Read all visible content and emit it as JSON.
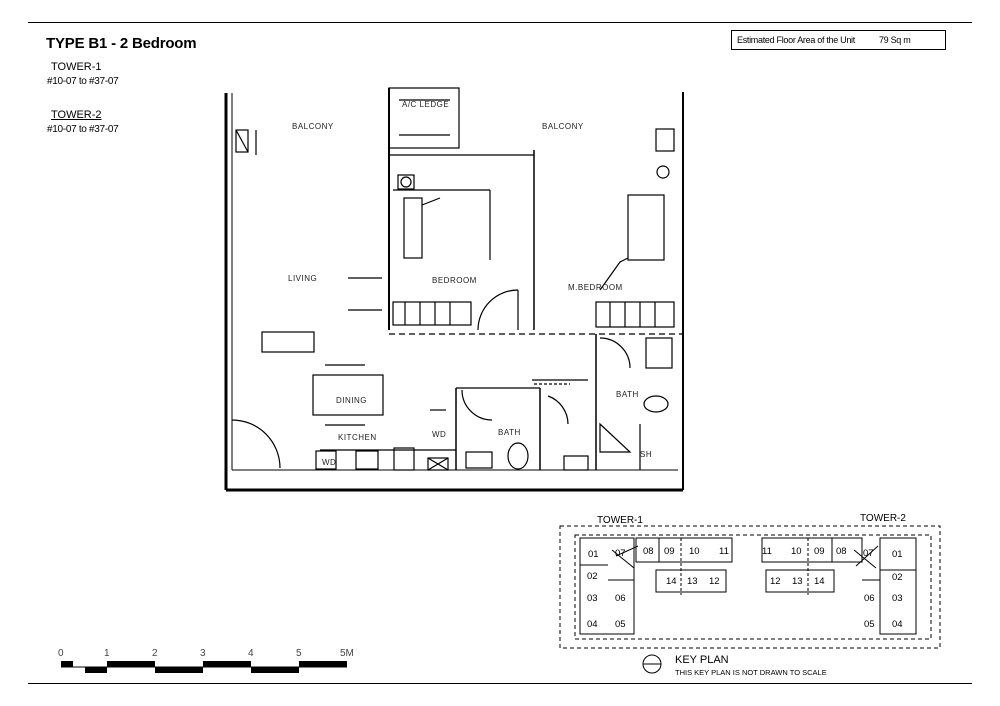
{
  "title": "TYPE  B1  - 2 Bedroom",
  "area": {
    "label": "Estimated Floor Area of the Unit",
    "value": "79 Sq m"
  },
  "towers": [
    {
      "name": "TOWER-1",
      "units": "#10-07 to #37-07"
    },
    {
      "name": "TOWER-2",
      "units": "#10-07 to #37-07"
    }
  ],
  "rooms": {
    "balcony_left": "BALCONY",
    "balcony_right": "BALCONY",
    "aircon_ledge": "A/C LEDGE",
    "living": "LIVING",
    "bedroom": "BEDROOM",
    "master_bedroom": "M.BEDROOM",
    "dining": "DINING",
    "kitchen": "KITCHEN",
    "bath_center": "BATH",
    "bath_right": "BATH",
    "washer_dryer": "WD",
    "dryer_left": "WD",
    "shower": "SH"
  },
  "key_plan": {
    "tower1_label": "TOWER-1",
    "tower2_label": "TOWER-2",
    "title": "KEY PLAN",
    "note": "THIS KEY PLAN IS NOT DRAWN TO SCALE",
    "t1": [
      "01",
      "02",
      "03",
      "04",
      "05",
      "06",
      "07",
      "08",
      "09",
      "10",
      "11",
      "12",
      "13",
      "14"
    ],
    "t2": [
      "11",
      "10",
      "09",
      "08",
      "07",
      "01",
      "12",
      "13",
      "14",
      "02",
      "06",
      "03",
      "05",
      "04"
    ]
  },
  "scale": {
    "ticks": [
      "0",
      "1",
      "2",
      "3",
      "4",
      "5",
      "5M"
    ]
  }
}
